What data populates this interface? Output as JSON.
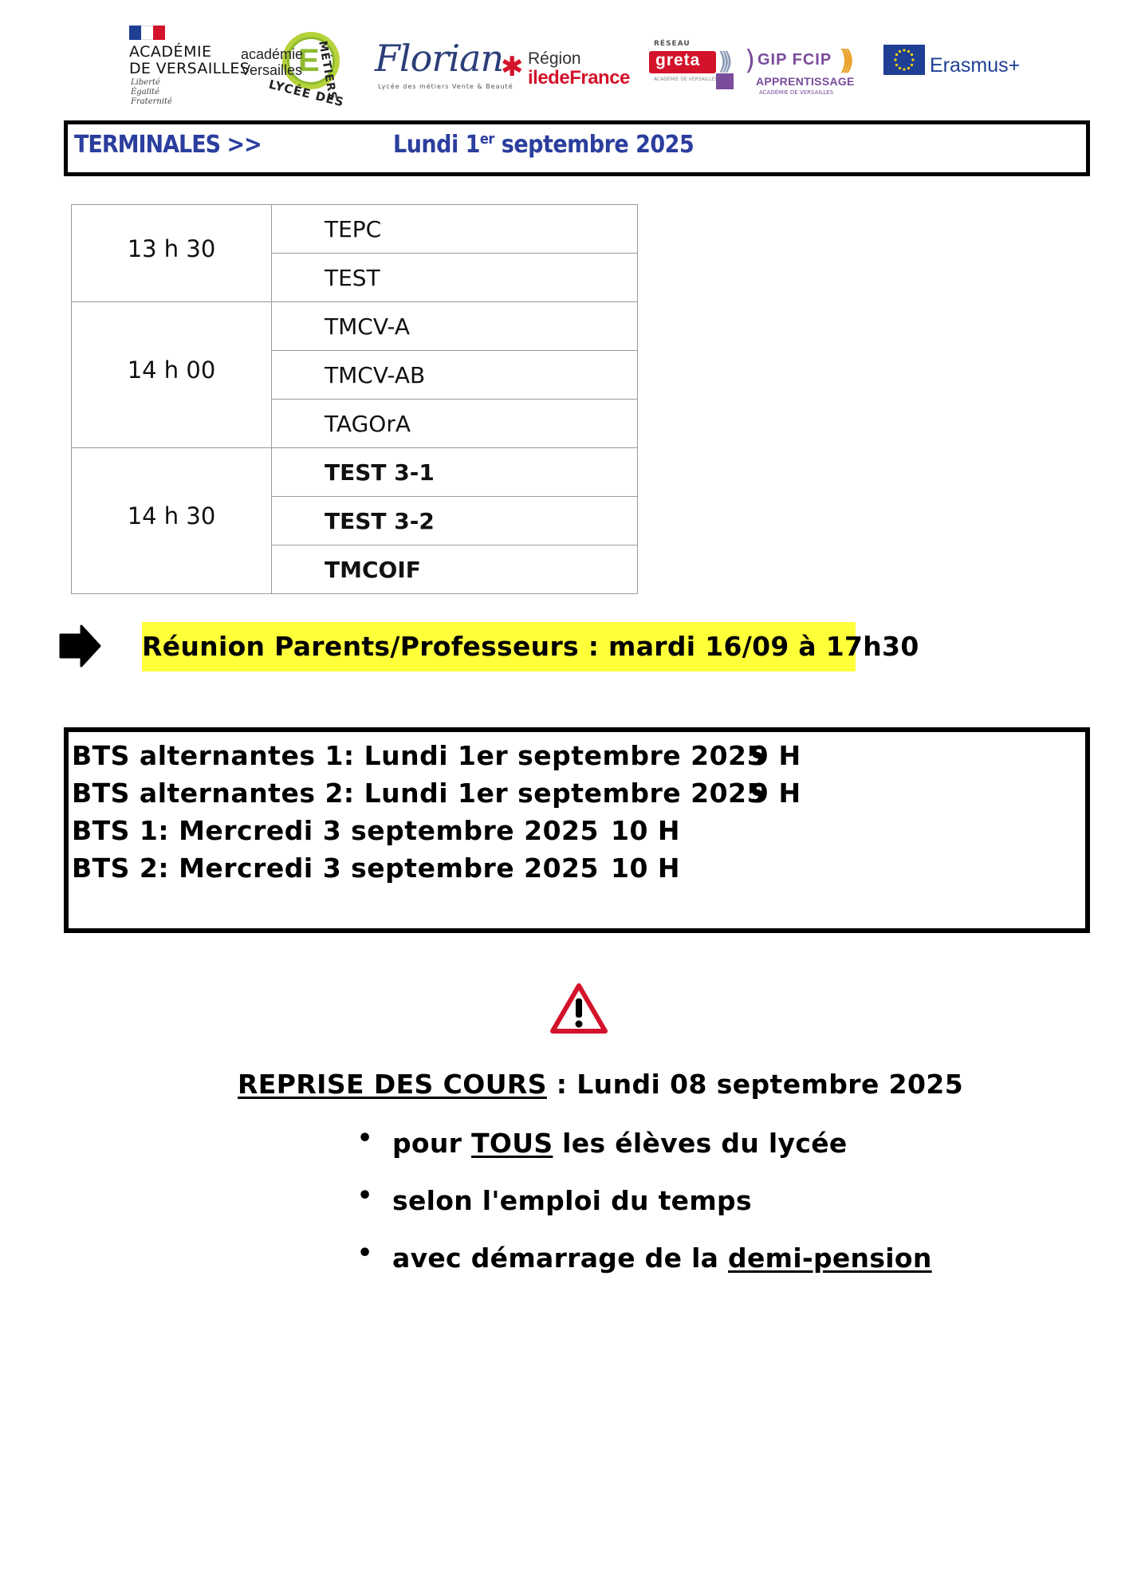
{
  "logos": {
    "academie": {
      "line1": "ACADÉMIE",
      "line2": "DE VERSAILLES",
      "motto": [
        "Liberté",
        "Égalité",
        "Fraternité"
      ],
      "flag_colors": [
        "#1f3f95",
        "#ffffff",
        "#d3132a"
      ]
    },
    "lycee": {
      "line1": "académie",
      "line2": "Versailles",
      "letter": "E",
      "arc1": "LYCÉE DES",
      "arc2": "MÉTIERS",
      "color": "#8dbb2f"
    },
    "florian": {
      "name": "Florian",
      "subtitle": "Lycée des métiers Vente & Beauté"
    },
    "region": {
      "line1": "Région",
      "line2": "iledeFrance",
      "color": "#d3132a"
    },
    "greta": {
      "reseau": "RÉSEAU",
      "name": "greta",
      "sub": "ACADÉMIE DE VERSAILLES"
    },
    "gip": {
      "name": "GIP FCIP",
      "line2": "APPRENTISSAGE",
      "line3": "ACADÉMIE DE VERSAILLES"
    },
    "erasmus": {
      "name": "Erasmus+"
    }
  },
  "terminales": {
    "title": "TERMINALES >>",
    "date_prefix": "Lundi 1",
    "date_sup": "er",
    "date_suffix": " septembre 2025",
    "color": "#2b3e9e"
  },
  "schedule": [
    {
      "time": "13 h 30",
      "classes": [
        {
          "name": "TEPC",
          "bold": false
        },
        {
          "name": "TEST",
          "bold": false
        }
      ]
    },
    {
      "time": "14 h 00",
      "classes": [
        {
          "name": "TMCV-A",
          "bold": false
        },
        {
          "name": "TMCV-AB",
          "bold": false
        },
        {
          "name": "TAGOrA",
          "bold": false
        }
      ]
    },
    {
      "time": "14 h 30",
      "classes": [
        {
          "name": "TEST 3-1",
          "bold": true
        },
        {
          "name": "TEST 3-2",
          "bold": true
        },
        {
          "name": "TMCOIF",
          "bold": true
        }
      ]
    }
  ],
  "reunion": {
    "text": "Réunion Parents/Professeurs : mardi 16/09 à 17h30",
    "highlight": "#ffff3a"
  },
  "bts": [
    {
      "label": "BTS alternantes 1: Lundi 1er septembre 2025",
      "time": "9 H"
    },
    {
      "label": "BTS alternantes 2: Lundi 1er septembre 2025",
      "time": "9 H"
    },
    {
      "label": "BTS 1: Mercredi 3 septembre 2025",
      "time": "10 H"
    },
    {
      "label": "BTS 2: Mercredi 3 septembre 2025",
      "time": "10 H"
    }
  ],
  "reprise": {
    "label": "REPRISE DES COURS",
    "sep": " : ",
    "date": "Lundi 08 septembre 2025",
    "warning_color": "#d3132a",
    "bullets": [
      {
        "pre": "pour ",
        "u": "TOUS",
        "post": " les élèves du lycée"
      },
      {
        "pre": "selon l'emploi du temps",
        "u": "",
        "post": ""
      },
      {
        "pre": "avec démarrage de la ",
        "u": "demi-pension",
        "post": ""
      }
    ],
    "bullet_char": "•"
  }
}
